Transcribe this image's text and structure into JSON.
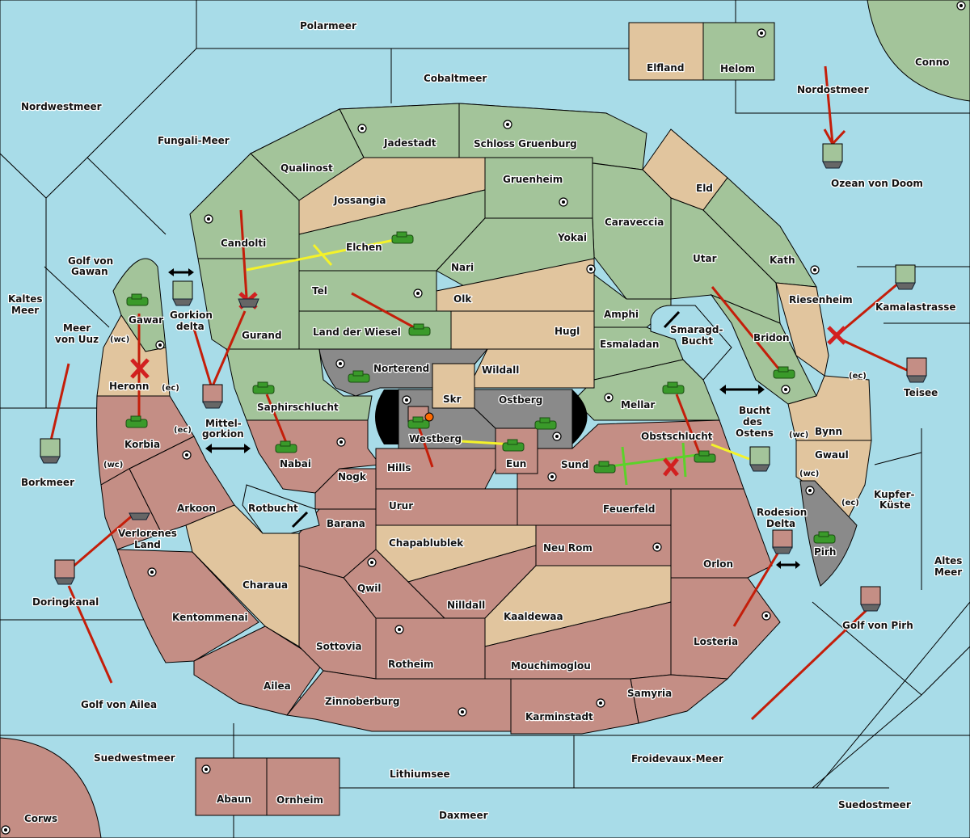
{
  "game": {
    "type": "Diplomacy-style map",
    "colors": {
      "sea": "#a8dce8",
      "green_power": "#a3c49a",
      "tan_neutral": "#e1c59e",
      "red_power": "#c48e85",
      "gray_power": "#8a8a8a",
      "order_move": "#c41e0a",
      "order_support": "#f4f22a",
      "order_convoy": "#5cd22a"
    }
  },
  "seas": {
    "polarmeer": "Polarmeer",
    "cobaltmeer": "Cobaltmeer",
    "nordwestmeer": "Nordwestmeer",
    "fungali": "Fungali-Meer",
    "nordostmeer": "Nordostmeer",
    "ozean_doom": "Ozean von Doom",
    "golf_gawan": "Golf von Gawan",
    "kaltes_meer": "Kaltes Meer",
    "meer_uuz": "Meer von Uuz",
    "gorkion_delta": "Gorkion delta",
    "mittelgorkion": "Mittel-gorkion",
    "borkmeer": "Borkmeer",
    "smaragd": "Smaragd-Bucht",
    "bucht_ostens": "Bucht des Ostens",
    "kamalastrasse": "Kamalastrasse",
    "teisee": "Teisee",
    "kupfer": "Kupfer-Küste",
    "rodesion": "Rodesion Delta",
    "altes_meer": "Altes Meer",
    "golf_pirh": "Golf von Pirh",
    "rotbucht": "Rotbucht",
    "doringkanal": "Doringkanal",
    "golf_ailea": "Golf von Ailea",
    "suedwestmeer": "Suedwestmeer",
    "lithiumsee": "Lithiumsee",
    "daxmeer": "Daxmeer",
    "froidevaux": "Froidevaux-Meer",
    "suedostmeer": "Suedostmeer"
  },
  "lands": {
    "elfland": "Elfland",
    "helom": "Helom",
    "conno": "Conno",
    "jadestadt": "Jadestadt",
    "schloss": "Schloss Gruenburg",
    "qualinost": "Qualinost",
    "gruenheim": "Gruenheim",
    "eld": "Eld",
    "jossangia": "Jossangia",
    "caraveccia": "Caraveccia",
    "candolti": "Candolti",
    "elchen": "Elchen",
    "yokai": "Yokai",
    "utar": "Utar",
    "kath": "Kath",
    "nari": "Nari",
    "tel": "Tel",
    "olk": "Olk",
    "riesenheim": "Riesenheim",
    "gawar": "Gawar",
    "amphi": "Amphi",
    "land_wiesel": "Land der Wiesel",
    "hugl": "Hugl",
    "gurand": "Gurand",
    "bridon": "Bridon",
    "esmaladan": "Esmaladan",
    "norterend": "Norterend",
    "wildall": "Wildall",
    "heronn": "Heronn",
    "skr": "Skr",
    "ostberg": "Ostberg",
    "mellar": "Mellar",
    "saphirschlucht": "Saphirschlucht",
    "westberg": "Westberg",
    "obstschlucht": "Obstschlucht",
    "bynn": "Bynn",
    "korbia": "Korbia",
    "nabai": "Nabai",
    "eun": "Eun",
    "sund": "Sund",
    "hills": "Hills",
    "gwaul": "Gwaul",
    "nogk": "Nogk",
    "arkoon": "Arkoon",
    "urur": "Urur",
    "feuerfeld": "Feuerfeld",
    "barana": "Barana",
    "verlorenes": "Verlorenes Land",
    "chapablublek": "Chapablublek",
    "neu_rom": "Neu Rom",
    "pirh": "Pirh",
    "orlon": "Orlon",
    "charaua": "Charaua",
    "qwil": "Qwil",
    "nilldall": "Nilldall",
    "kentommenai": "Kentommenai",
    "kaaldewaa": "Kaaldewaa",
    "losteria": "Losteria",
    "sottovia": "Sottovia",
    "rotheim": "Rotheim",
    "mouchimoglou": "Mouchimoglou",
    "ailea": "Ailea",
    "samyria": "Samyria",
    "zinnoberburg": "Zinnoberburg",
    "karminstadt": "Karminstadt",
    "abaun": "Abaun",
    "ornheim": "Ornheim",
    "corws": "Corws"
  },
  "coasts": {
    "wc": "(wc)",
    "ec": "(ec)"
  }
}
